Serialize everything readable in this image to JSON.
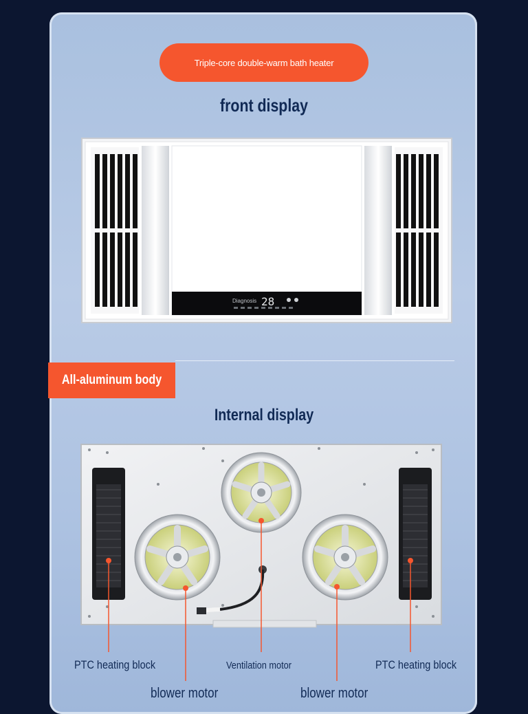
{
  "banner": {
    "title": "Triple-core double-warm bath heater"
  },
  "section1": {
    "heading": "front display"
  },
  "section2": {
    "tag": "All-aluminum body",
    "heading": "Internal display"
  },
  "panel": {
    "display_text": "Diagnosis",
    "temperature": "28"
  },
  "labels": {
    "ptc_left": "PTC heating block",
    "ventilation": "Ventilation motor",
    "ptc_right": "PTC heating block",
    "blower_left": "blower motor",
    "blower_right": "blower motor"
  },
  "colors": {
    "accent": "#f5562e",
    "heading": "#112a55",
    "background": "#0c1630"
  }
}
